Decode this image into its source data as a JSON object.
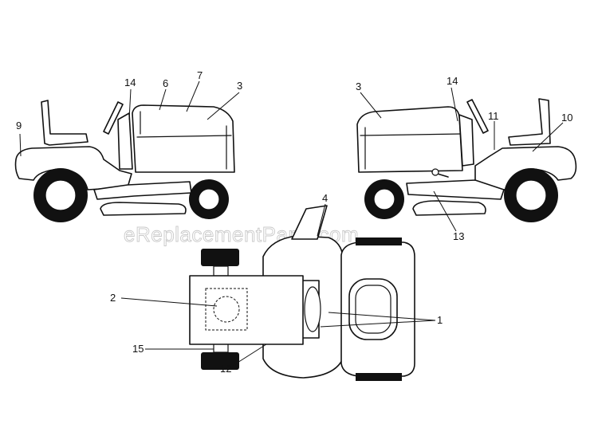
{
  "watermark": "eReplacementParts.com",
  "callouts": {
    "c1": "1",
    "c2": "2",
    "c3_left": "3",
    "c3_right": "3",
    "c4": "4",
    "c6": "6",
    "c7": "7",
    "c9": "9",
    "c10": "10",
    "c11": "11",
    "c12": "12",
    "c13": "13",
    "c14_left": "14",
    "c14_right": "14",
    "c15": "15"
  }
}
